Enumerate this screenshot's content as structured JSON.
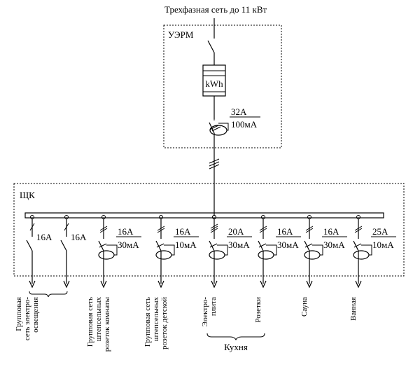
{
  "supply_label": "Трехфазная сеть до 11 кВт",
  "uerm": {
    "label": "УЭРМ",
    "meter": "kWh",
    "rcd_current": "32А",
    "rcd_leak": "100мА"
  },
  "shk": {
    "label": "ЩК"
  },
  "branches": [
    {
      "current": "16А",
      "leak": "",
      "has_rcd": false,
      "group_label": [
        "Групповая",
        "сеть электро-",
        "освещения"
      ]
    },
    {
      "current": "16А",
      "leak": "",
      "has_rcd": false,
      "group_label": []
    },
    {
      "current": "16А",
      "leak": "30мА",
      "has_rcd": true,
      "group_label": [
        "Групповая сеть",
        "штепсельных",
        "розеток комнаты"
      ]
    },
    {
      "current": "16А",
      "leak": "10мА",
      "has_rcd": true,
      "group_label": [
        "Групповая сеть",
        "штепсельных",
        "розеток детской"
      ]
    },
    {
      "current": "20А",
      "leak": "30мА",
      "has_rcd": true,
      "group_label": [
        "Электро-",
        "плита"
      ]
    },
    {
      "current": "16А",
      "leak": "30мА",
      "has_rcd": true,
      "group_label": [
        "Розетки"
      ]
    },
    {
      "current": "16А",
      "leak": "30мА",
      "has_rcd": true,
      "group_label": [
        "Сауна"
      ]
    },
    {
      "current": "25А",
      "leak": "10мА",
      "has_rcd": true,
      "group_label": [
        "Ванная"
      ]
    }
  ],
  "kitchen_label": "Кухня"
}
